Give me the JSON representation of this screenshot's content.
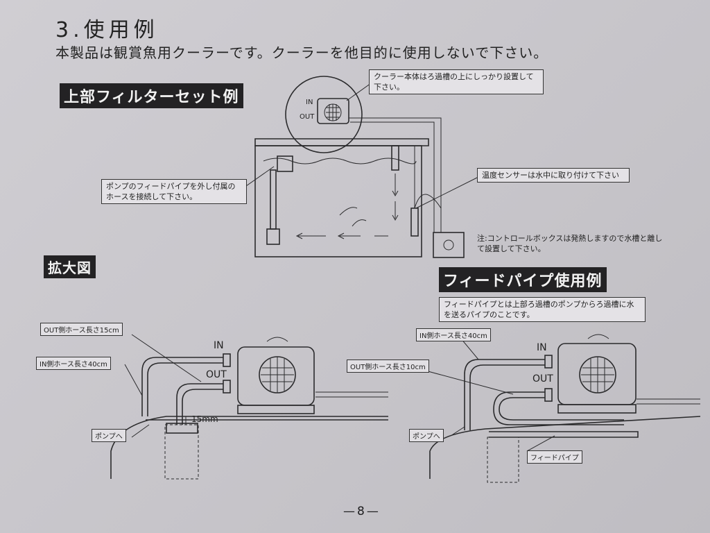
{
  "heading": "3.使用例",
  "intro": "本製品は観賞魚用クーラーです。クーラーを他目的に使用しないで下さい。",
  "section1": {
    "banner": "上部フィルターセット例",
    "note_cooler": "クーラー本体はろ過槽の上にしっかり設置して下さい。",
    "note_pump": "ポンプのフィードパイプを外し付属のホースを接続して下さい。",
    "note_sensor": "温度センサーは水中に取り付けて下さい",
    "note_control": "注:コントロールボックスは発熱しますので水槽と離して設置して下さい。",
    "label_in": "IN",
    "label_out": "OUT"
  },
  "section2": {
    "banner": "拡大図",
    "out_hose": "OUT側ホース長さ15cm",
    "in_hose": "IN側ホース長さ40cm",
    "to_pump": "ポンプへ",
    "in": "IN",
    "out": "OUT",
    "dim": "15mm"
  },
  "section3": {
    "banner": "フィードパイプ使用例",
    "note": "フィードパイプとは上部ろ過槽のポンプからろ過槽に水を送るパイプのことです。",
    "in_hose": "IN側ホース長さ40cm",
    "out_hose": "OUT側ホース長さ10cm",
    "to_pump": "ポンプへ",
    "feed_pipe": "フィードパイプ",
    "in": "IN",
    "out": "OUT"
  },
  "page_number": "—8—",
  "colors": {
    "paper": "#c9c7cc",
    "ink": "#1c1c1e",
    "banner": "#232224"
  }
}
